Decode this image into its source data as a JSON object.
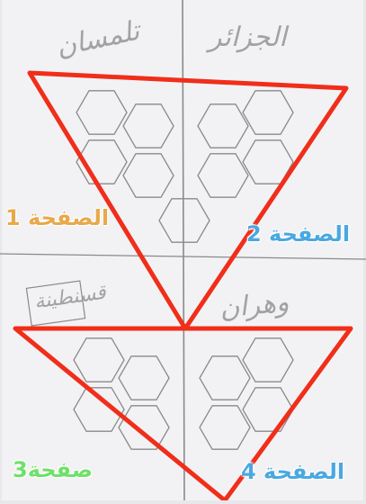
{
  "colors": {
    "paper": "#f2f2f4",
    "pencil": "#8a8a8a",
    "triangle": "#f02e1a",
    "label_1": "#e7a94a",
    "label_2": "#4aa8e0",
    "label_3": "#6fe06a",
    "label_4": "#4aa8e0"
  },
  "cities": {
    "top_left": "تلمسان",
    "top_right": "الجزائر",
    "bottom_left": "قسنطينة",
    "bottom_right": "وهران"
  },
  "labels": {
    "page1": "الصفحة 1",
    "page2": "الصفحة 2",
    "page3": "صفحة3",
    "page4": "الصفحة 4"
  }
}
